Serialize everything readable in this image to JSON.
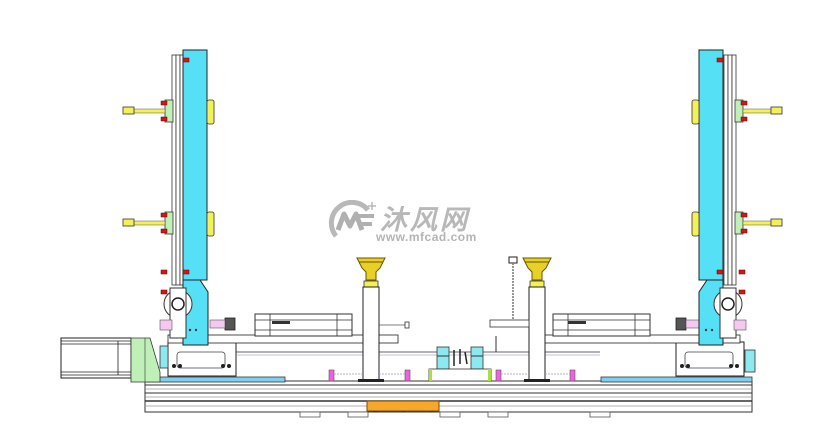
{
  "watermark": {
    "brand_cn": "沐风网",
    "url": "www.mfcad.com",
    "logo_letters": "MF",
    "color": "#b8b8b8"
  },
  "drawing": {
    "type": "mechanical-assembly-front-view",
    "colors": {
      "plate_cyan": "#55e0f5",
      "rail_blue": "#7fd0f0",
      "cylinder_yellow": "#f5f05a",
      "locator_gold": "#e8d028",
      "bolt_red": "#d01818",
      "pin_magenta": "#f060e0",
      "base_orange": "#f8a828",
      "bracket_green": "#bff0b8",
      "block_lime": "#a8e040",
      "pad_pink": "#f4c8f0",
      "line": "#222222"
    },
    "components": [
      "left-clamp-arm",
      "right-clamp-arm",
      "left-pusher-cylinders",
      "right-pusher-cylinders",
      "left-locator-post",
      "right-locator-post",
      "center-slide-block",
      "servo-motor",
      "base-rail",
      "orange-mount-block"
    ]
  }
}
